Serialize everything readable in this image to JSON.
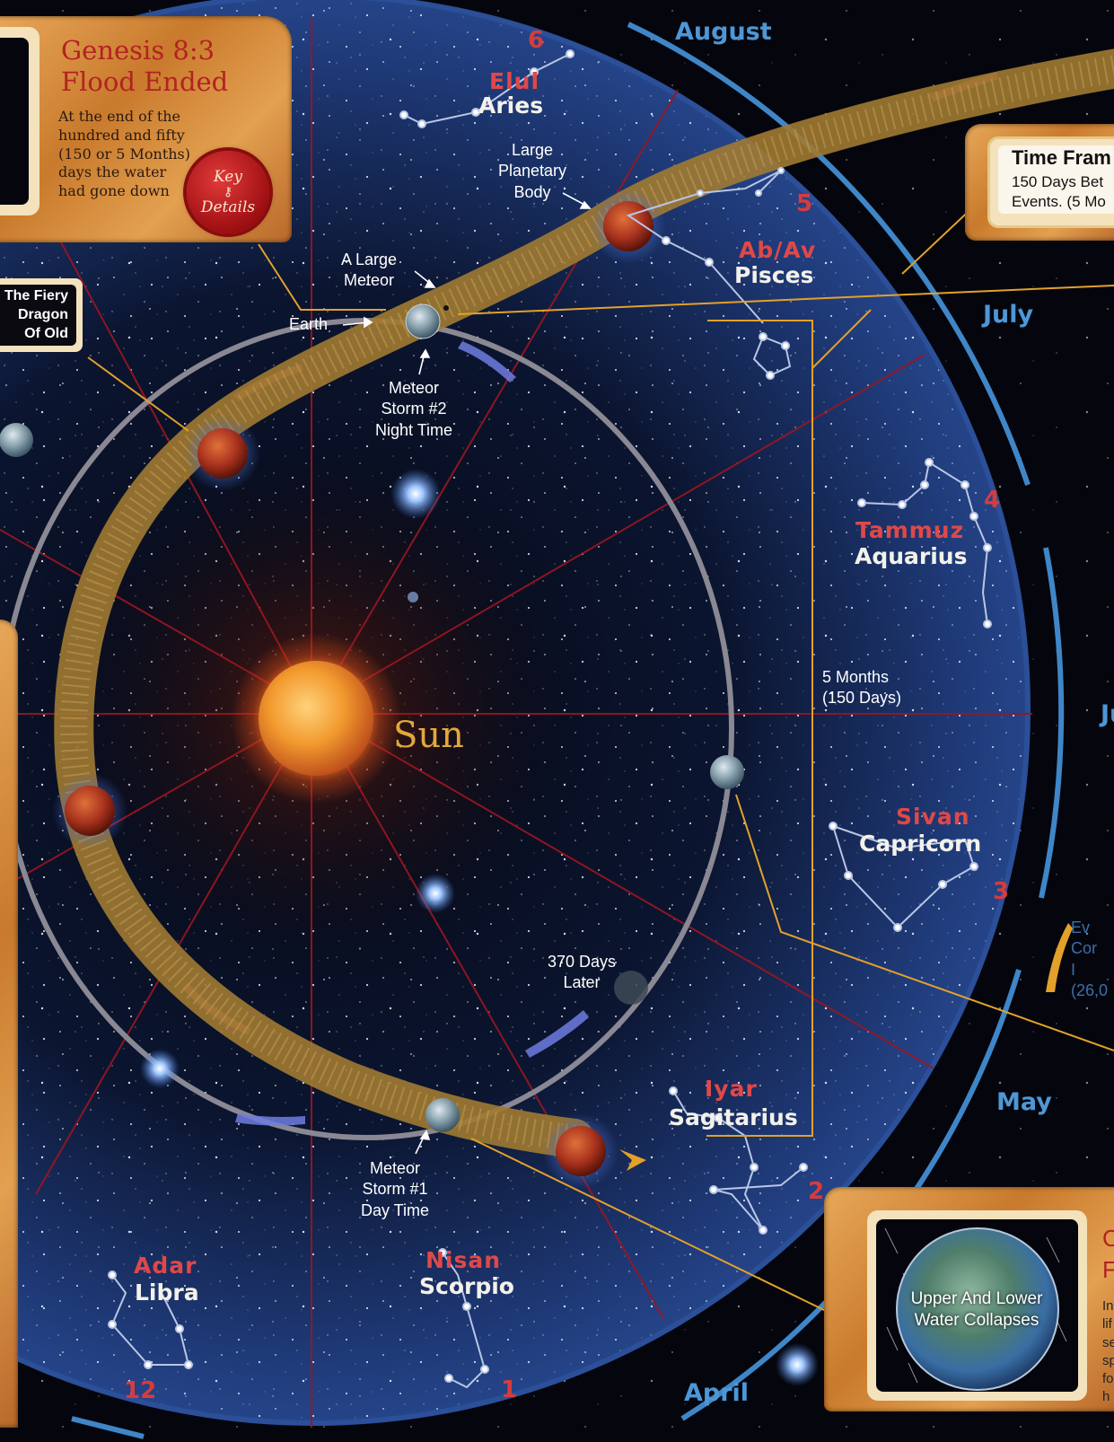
{
  "annotations": {
    "large_planetary_body": "Large\nPlanetary\nBody",
    "large_meteor": "A Large\nMeteor",
    "earth": "Earth",
    "meteor_storm_2": "Meteor\nStorm #2\nNight Time",
    "meteor_storm_1": "Meteor\nStorm #1\nDay Time",
    "days_later": "370 Days\nLater",
    "five_months": "5 Months\n(150 Days)",
    "sun": "Sun"
  },
  "genesis_box": {
    "title_line1": "Genesis 8:3",
    "title_line2": "Flood Ended",
    "body": "At the end of the\nhundred and fifty\n(150 or 5 Months)\ndays the water\nhad gone down",
    "seal_top": "Key",
    "seal_bottom": "Details"
  },
  "time_frame_box": {
    "title": "Time Fram",
    "line1": "150 Days Bet",
    "line2": "Events. (5 Mo"
  },
  "dragon_box": {
    "label": "The Fiery\nDragon\nOf Old"
  },
  "collapse_box": {
    "globe_label": "Upper And Lower\nWater Collapses",
    "title_fragment": "C\nF",
    "body_fragment": "In\nlif\nse\nsp\nfo\nh"
  },
  "right_edge_fragments": {
    "blue": "Ev\nCor\nI\n(26,0",
    "month_cut": "Ju"
  },
  "constellations": [
    {
      "hebrew": "Elul",
      "zodiac": "Aries",
      "num": "6"
    },
    {
      "hebrew": "Ab/Av",
      "zodiac": "Pisces",
      "num": "5"
    },
    {
      "hebrew": "Tammuz",
      "zodiac": "Aquarius",
      "num": "4"
    },
    {
      "hebrew": "Sivan",
      "zodiac": "Capricorn",
      "num": "3"
    },
    {
      "hebrew": "Iyar",
      "zodiac": "Sagitarius",
      "num": "2"
    },
    {
      "hebrew": "Nisan",
      "zodiac": "Scorpio",
      "num": "1"
    },
    {
      "hebrew": "Adar",
      "zodiac": "Libra",
      "num": "12"
    }
  ],
  "months": {
    "august": "August",
    "july": "July",
    "may": "May",
    "april": "April"
  },
  "colors": {
    "space": "#05060d",
    "orbit_band": "#b58a3a",
    "earth_orbit": "#8a8893",
    "hebrew_month": "#e04848",
    "calendar_month": "#4d97d6",
    "leader_line": "#e3a12b",
    "radial_line": "#9b1620"
  }
}
